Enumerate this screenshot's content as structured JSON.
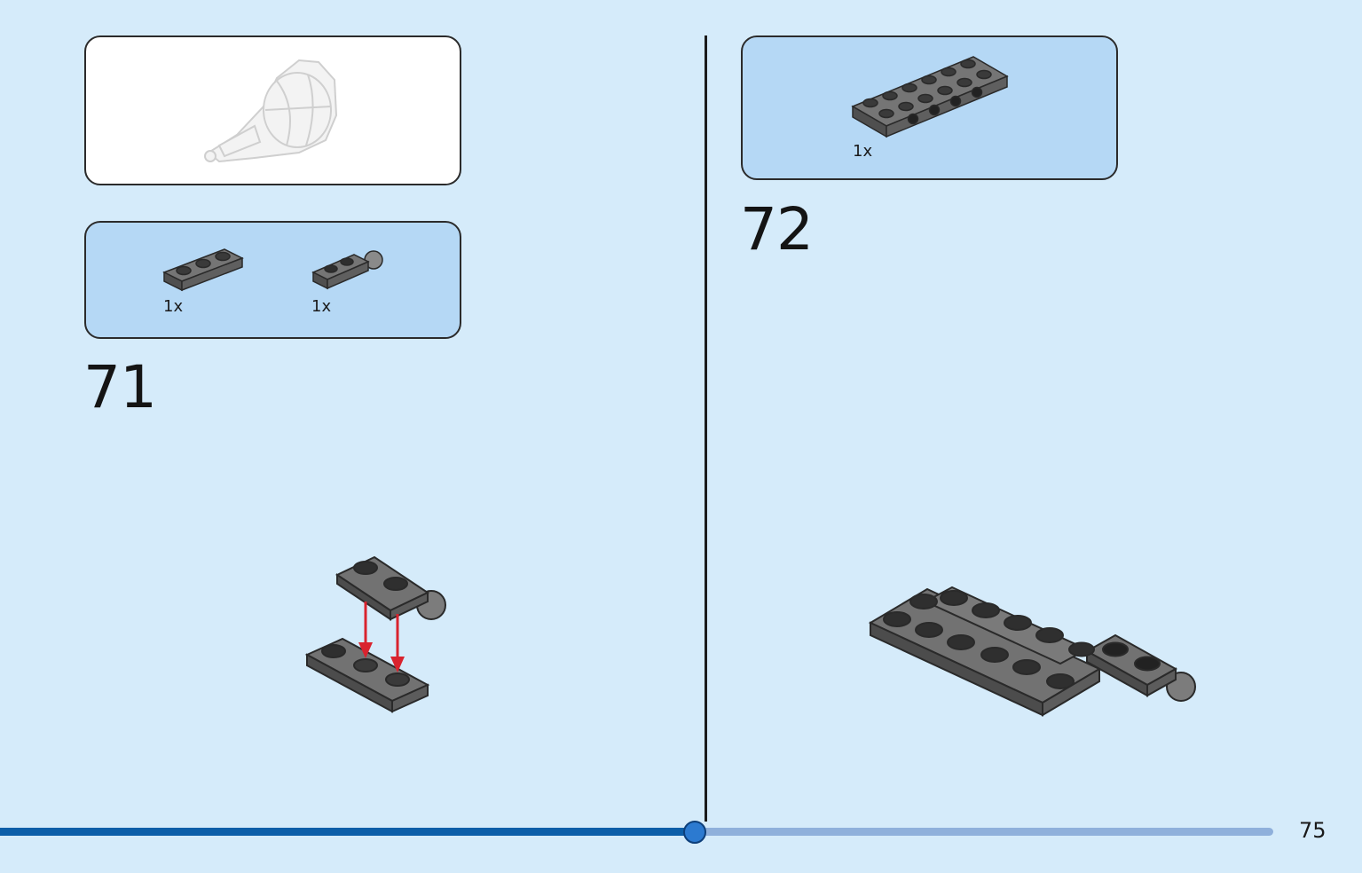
{
  "steps": [
    {
      "number": "71",
      "parts": [
        {
          "quantity": "1x",
          "name": "plate-1x3-dark-grey"
        },
        {
          "quantity": "1x",
          "name": "plate-1x2-with-ball-dark-grey"
        }
      ]
    },
    {
      "number": "72",
      "parts": [
        {
          "quantity": "1x",
          "name": "plate-2x6-with-side-studs-dark-grey"
        }
      ]
    }
  ],
  "footer": {
    "page_number": "75",
    "progress_percent": 51
  },
  "colors": {
    "background": "#d5ebfa",
    "parts_panel": "#b5d8f5",
    "brick_dark_grey": "#6b6b6b",
    "arrow_red": "#d9232e",
    "progress_done": "#0c5ea8",
    "progress_rest": "#8fb0db"
  }
}
